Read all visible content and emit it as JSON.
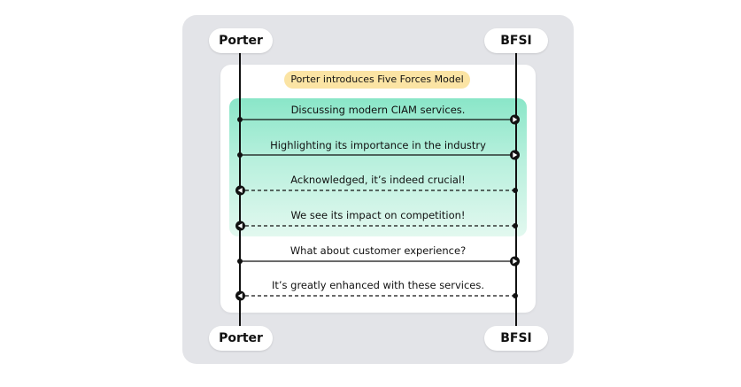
{
  "participants": {
    "left": {
      "label": "Porter"
    },
    "right": {
      "label": "BFSI"
    }
  },
  "note": {
    "label": "Porter introduces Five Forces Model"
  },
  "messages": [
    {
      "label": "Discussing modern CIAM services.",
      "from": "left",
      "style": "solid"
    },
    {
      "label": "Highlighting its importance in the industry",
      "from": "left",
      "style": "solid"
    },
    {
      "label": "Acknowledged, it’s indeed crucial!",
      "from": "right",
      "style": "dashed"
    },
    {
      "label": "We see its impact on competition!",
      "from": "right",
      "style": "dashed"
    },
    {
      "label": "What about customer experience?",
      "from": "left",
      "style": "solid"
    },
    {
      "label": "It’s greatly enhanced with these services.",
      "from": "right",
      "style": "dashed"
    }
  ],
  "colors": {
    "note_background": "#fbe4a4",
    "highlight_top": "#8ae6c8",
    "highlight_bottom": "#e2f8ef",
    "frame": "#e3e4e8",
    "line": "#111111"
  }
}
